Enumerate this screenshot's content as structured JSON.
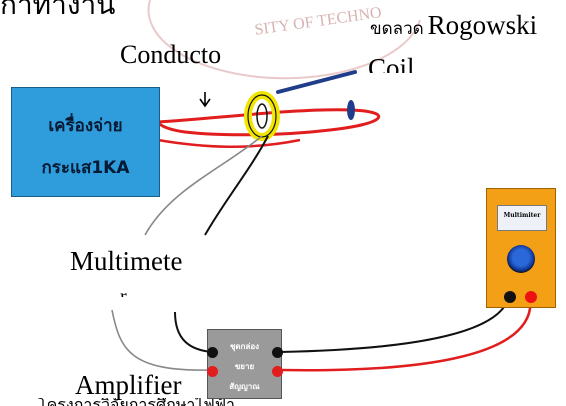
{
  "captions": {
    "top_left": "กาทำงาน",
    "conductor": "Conducto",
    "rogowski_thai": "ขดลวด",
    "rogowski": "Rogowski",
    "coil": "Coil",
    "multimeter": "Multimete",
    "multimeter_cont": "r",
    "amplifier": "Amplifier",
    "bottom": "โครงการวิจัยการศึกษาไฟฟ้า"
  },
  "supply": {
    "line1": "เครื่องจ่าย",
    "line2": "กระแส1KA"
  },
  "meter": {
    "label": "Multimiter"
  },
  "amplifier_box": {
    "line1": "ชุดกล่อง",
    "line2": "ขยาย",
    "line3": "สัญญาณ"
  },
  "colors": {
    "supply_blue": "#2f9ddc",
    "meter_orange": "#f4a017",
    "wire_red": "#e11d1d",
    "coil_yellow": "#f2e600",
    "coil_arrow": "#1f3d8a",
    "amp_gray": "#9a9a9a"
  }
}
